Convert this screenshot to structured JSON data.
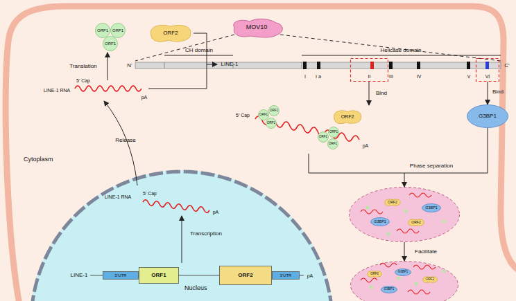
{
  "diagram": {
    "nodes": [
      {
        "text": [
          "Cytoplasm"
        ]
      },
      {
        "text": [
          "MOV10"
        ],
        "in": 0
      },
      {
        "text": [
          "II"
        ],
        "in": 0
      },
      {
        "text": [
          "VI"
        ],
        "in": 0
      },
      {
        "text": [
          "ORF1"
        ],
        "in": 0
      },
      {
        "text": [
          "ORF1"
        ],
        "in": 0
      },
      {
        "text": [
          "ORF1"
        ],
        "in": 0
      },
      {
        "text": [
          "ORF2"
        ],
        "in": 0
      },
      {
        "text": [
          "G3BP1"
        ],
        "in": 0
      },
      {
        "text": [
          "ORF1"
        ],
        "in": 0
      },
      {
        "text": [
          "ORF1"
        ],
        "in": 0
      },
      {
        "text": [
          "ORF1"
        ],
        "in": 0
      },
      {
        "text": [
          "ORF1"
        ],
        "in": 0
      },
      {
        "text": [
          "ORF1"
        ],
        "in": 0
      },
      {
        "text": [
          "ORF1"
        ],
        "in": 0
      },
      {
        "text": [
          "ORF2"
        ],
        "in": 0
      },
      {
        "text": [],
        "in": 0
      },
      {
        "text": [
          "G3BP1"
        ],
        "in": 16
      },
      {
        "text": [
          "G3BP1"
        ],
        "in": 16
      },
      {
        "text": [
          "ORF2"
        ],
        "in": 16
      },
      {
        "text": [
          "ORF2"
        ],
        "in": 16
      },
      {
        "text": [],
        "in": 0
      },
      {
        "text": [
          "ORF2"
        ],
        "in": 21
      },
      {
        "text": [
          "G3BP1"
        ],
        "in": 21
      },
      {
        "text": [
          "ORF2"
        ],
        "in": 21
      },
      {
        "text": [
          "G3BP1"
        ],
        "in": 21
      },
      {
        "text": [
          "Nucleus"
        ],
        "in": 0
      },
      {
        "text": [
          "5'UTR"
        ],
        "in": 26
      },
      {
        "text": [
          "ORF1"
        ],
        "in": 26
      },
      {
        "text": [
          "ORF2"
        ],
        "in": 26
      },
      {
        "text": [
          "3'UTR"
        ],
        "in": 26
      }
    ],
    "edges": [
      {
        "from": 3,
        "to": 8,
        "arrow": "to",
        "label": "Bind"
      },
      {
        "from": 8,
        "to": 16,
        "arrow": "to",
        "label": "Phase separation"
      },
      {
        "from": 16,
        "to": 21,
        "arrow": "to",
        "label": "Facilitate"
      }
    ],
    "labels": [
      "CH domain",
      "Helicase domain",
      "N'",
      "C'",
      "I",
      "I a",
      "III",
      "IV",
      "V",
      "Bind",
      "Translation",
      "5' Cap",
      "LINE-1 RNA",
      "pA",
      "LINE-1",
      "5' Cap",
      "pA",
      "Release",
      "LINE-1 RNA",
      "5' Cap",
      "pA",
      "Transcription",
      "LINE-1",
      "pA"
    ]
  }
}
